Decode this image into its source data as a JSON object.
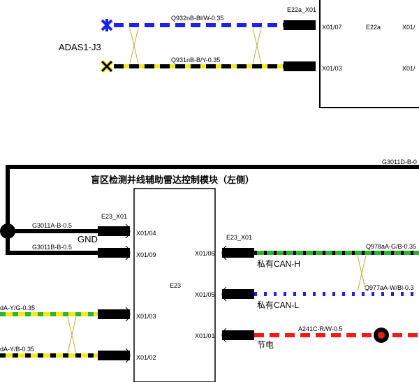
{
  "colors": {
    "black": "#000000",
    "blue": "#1e22e8",
    "yellow": "#f4ea1a",
    "green": "#2fb42f",
    "red": "#ee1c1c",
    "white": "#ffffff",
    "twist": "#b7b23c"
  },
  "top": {
    "connector": "E22a_X01",
    "component": "E22a",
    "label": "ADAS1-J3",
    "wire1": {
      "label": "Q932nB-Bl/W-0.35",
      "pin": "X01/07",
      "right_pin": "X01/"
    },
    "wire2": {
      "label": "Q931nB-B/Y-0.35",
      "pin": "X01/03",
      "right_pin": "X01/"
    }
  },
  "ground": {
    "top_label": "G3011D-B-0"
  },
  "module": {
    "title": "盲区检测并线辅助雷达控制模块（左侧）",
    "name": "E23",
    "left_connector": "E23_X01",
    "right_connector": "E23_X01",
    "left_pins": [
      "X01/04",
      "X01/09",
      "X01/03",
      "X01/02"
    ],
    "right_pins": [
      "X01/06",
      "X01/05",
      "X01/01"
    ]
  },
  "gnd": {
    "wire_a": "G3011A-B-0.5",
    "wire_b": "G3011B-B-0.5",
    "label": "GND"
  },
  "left_wires": {
    "wire_yg": "dA-Y/G-0.35",
    "wire_yb": "dA-Y/B-0.35"
  },
  "right_wires": {
    "can_h": {
      "wire": "Q978aA-G/B-0.35",
      "label": "私有CAN-H"
    },
    "can_l": {
      "wire": "Q977aA-W/Bl-0.3",
      "label": "私有CAN-L"
    },
    "power": {
      "wire": "A241C-R/W-0.5",
      "label": "节电"
    }
  }
}
